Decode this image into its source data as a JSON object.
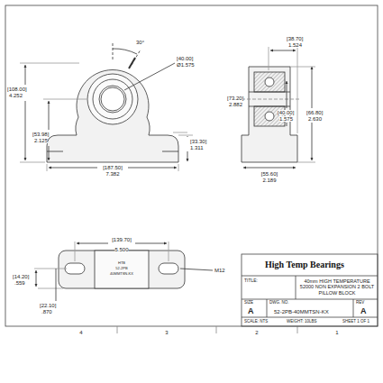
{
  "diagram": {
    "title": "High Temp Bearings",
    "labels": [
      "30°",
      "[40.00]",
      "Ø1.575",
      "[108.00]",
      "4.252",
      "[53.98]",
      "2.125",
      "[33.30]",
      "1.311",
      "[187.50]",
      "7.382",
      "[38.70]",
      "1.524",
      "[73.20]",
      "2.882",
      "[40.00]",
      "1.575",
      "[66.80]",
      "2.630",
      "[55.60]",
      "2.189",
      "[139.70]",
      "5.500",
      "M12",
      "[14.20]",
      ".559",
      "[22.10]",
      ".870",
      "HTB",
      "52-2PB",
      "40MMTSN-KX",
      "TITLE:",
      "40mm HIGH TEMPERATURE 52000 NON EXPANSION 2 BOLT PILLOW BLOCK",
      "SIZE",
      "DWG. NO.",
      "REV",
      "A",
      "52-2PB-40MMTSN-KX",
      "A",
      "SCALE: NTS",
      "WEIGHT: 10LBS",
      "SHEET 1 OF 1",
      "4",
      "3",
      "2",
      "1"
    ]
  }
}
